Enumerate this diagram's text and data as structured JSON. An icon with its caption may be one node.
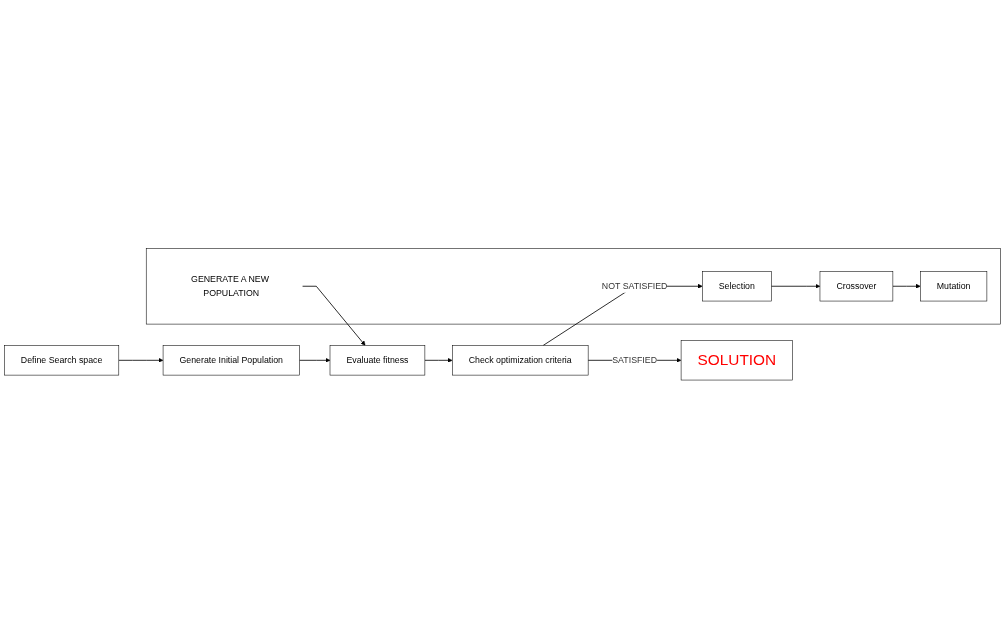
{
  "diagram": {
    "nodes": [
      {
        "text": [
          "Define Search space"
        ]
      },
      {
        "text": [
          "Generate Initial Population"
        ]
      },
      {
        "text": [
          "Evaluate fitness"
        ]
      },
      {
        "text": [
          "Check optimization criteria"
        ]
      },
      {
        "text": [
          "SOLUTION"
        ]
      },
      {
        "text": [],
        "shape": "box"
      },
      {
        "text": [
          "Selection"
        ],
        "in": 5
      },
      {
        "text": [
          "GENERATE A NEW POPULATION"
        ],
        "in": 5
      },
      {
        "text": [
          "Crossover"
        ],
        "in": 5
      },
      {
        "text": [
          "Mutation"
        ],
        "in": 5
      }
    ],
    "edges": [
      {
        "from": 0,
        "to": 1,
        "arrow": "to"
      },
      {
        "from": 1,
        "to": 2,
        "arrow": "to"
      },
      {
        "from": 2,
        "to": 3,
        "arrow": "to"
      },
      {
        "from": 3,
        "to": 4,
        "arrow": "to",
        "label": "SATISFIED"
      },
      {
        "from": 3,
        "to": 6,
        "arrow": "to",
        "label": "NOT SATISFIED"
      },
      {
        "from": 6,
        "to": 8,
        "arrow": "to"
      },
      {
        "from": 8,
        "to": 9,
        "arrow": "to"
      },
      {
        "from": 7,
        "to": 2,
        "arrow": "to"
      }
    ]
  }
}
